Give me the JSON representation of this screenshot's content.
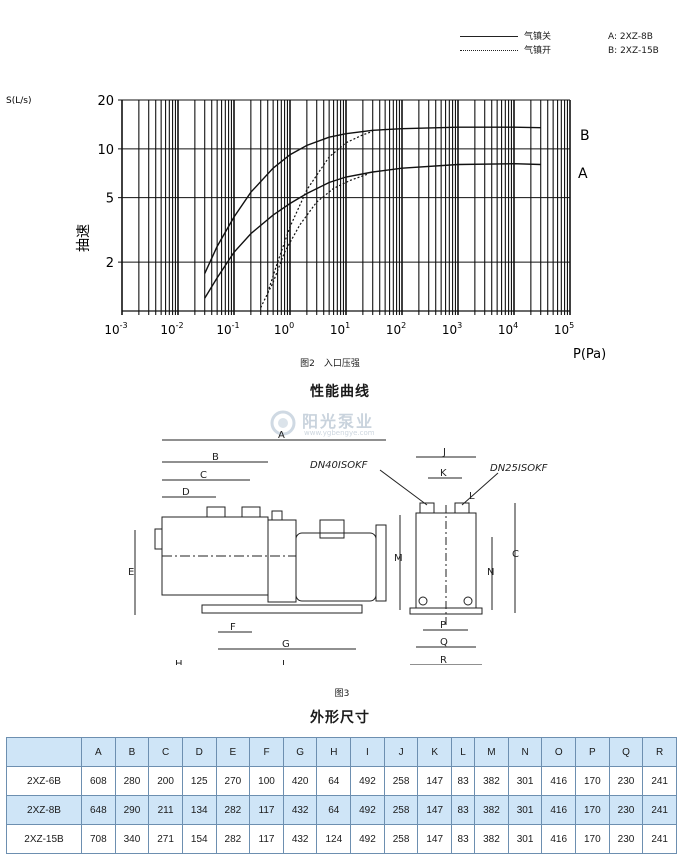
{
  "legend": {
    "solid_label": "气镇关",
    "dotted_label": "气镇开",
    "model_a": "A: 2XZ-8B",
    "model_b": "B: 2XZ-15B"
  },
  "chart_data": {
    "type": "line",
    "y_unit_label": "S(L/s)",
    "ylabel": "抽速",
    "xlabel": "P(Pa)",
    "x_scale": "log",
    "y_scale": "log",
    "xlim": [
      0.001,
      100000
    ],
    "ylim": [
      1,
      20
    ],
    "y_ticks": [
      20,
      10,
      5,
      2
    ],
    "x_ticks": [
      {
        "base": "10",
        "exp": "-3"
      },
      {
        "base": "10",
        "exp": "-2"
      },
      {
        "base": "10",
        "exp": "-1"
      },
      {
        "base": "10",
        "exp": "0"
      },
      {
        "base": "10",
        "exp": "1"
      },
      {
        "base": "10",
        "exp": "2"
      },
      {
        "base": "10",
        "exp": "3"
      },
      {
        "base": "10",
        "exp": "4"
      },
      {
        "base": "10",
        "exp": "5"
      }
    ],
    "grid": true,
    "series": [
      {
        "name": "B",
        "style": "solid",
        "x": [
          0.03,
          0.05,
          0.1,
          0.2,
          0.5,
          1,
          2,
          5,
          10,
          30,
          100,
          1000,
          10000,
          30000
        ],
        "y": [
          1.7,
          2.5,
          3.8,
          5.4,
          7.6,
          9.2,
          10.5,
          11.8,
          12.4,
          13.0,
          13.3,
          13.6,
          13.6,
          13.5
        ]
      },
      {
        "name": "A",
        "style": "solid",
        "x": [
          0.03,
          0.05,
          0.1,
          0.2,
          0.5,
          1,
          2,
          5,
          10,
          30,
          100,
          1000,
          10000,
          30000
        ],
        "y": [
          1.2,
          1.6,
          2.3,
          3.0,
          3.9,
          4.6,
          5.3,
          6.2,
          6.7,
          7.2,
          7.6,
          8.0,
          8.1,
          8.0
        ]
      },
      {
        "name": "B",
        "style": "dotted",
        "x": [
          0.4,
          0.6,
          1,
          2,
          5,
          10,
          20,
          30
        ],
        "y": [
          1.3,
          2.0,
          3.3,
          5.6,
          8.9,
          10.9,
          12.2,
          12.8
        ]
      },
      {
        "name": "A",
        "style": "dotted",
        "x": [
          0.3,
          0.5,
          0.8,
          1.5,
          3,
          6,
          12,
          25
        ],
        "y": [
          1.05,
          1.5,
          2.3,
          3.4,
          4.7,
          5.7,
          6.4,
          7.0
        ]
      }
    ],
    "annotations": [
      "B",
      "A"
    ]
  },
  "captions": {
    "fig2": "图2　入口压强",
    "section1": "性能曲线",
    "fig3": "图3",
    "section2": "外形尺寸",
    "watermark": "阳光泵业",
    "watermark_url": "www.ygbengye.com"
  },
  "drawing": {
    "labels": [
      "A",
      "B",
      "C",
      "D",
      "E",
      "F",
      "G",
      "H",
      "I",
      "J",
      "K",
      "L",
      "M",
      "N",
      "P",
      "Q",
      "R"
    ],
    "flange1": "DN40ISOKF",
    "flange2": "DN25ISOKF"
  },
  "table": {
    "headers": [
      "",
      "A",
      "B",
      "C",
      "D",
      "E",
      "F",
      "G",
      "H",
      "I",
      "J",
      "K",
      "L",
      "M",
      "N",
      "O",
      "P",
      "Q",
      "R"
    ],
    "rows": [
      [
        "2XZ-6B",
        "608",
        "280",
        "200",
        "125",
        "270",
        "100",
        "420",
        "64",
        "492",
        "258",
        "147",
        "83",
        "382",
        "301",
        "416",
        "170",
        "230",
        "241"
      ],
      [
        "2XZ-8B",
        "648",
        "290",
        "211",
        "134",
        "282",
        "117",
        "432",
        "64",
        "492",
        "258",
        "147",
        "83",
        "382",
        "301",
        "416",
        "170",
        "230",
        "241"
      ],
      [
        "2XZ-15B",
        "708",
        "340",
        "271",
        "154",
        "282",
        "117",
        "432",
        "124",
        "492",
        "258",
        "147",
        "83",
        "382",
        "301",
        "416",
        "170",
        "230",
        "241"
      ]
    ]
  }
}
